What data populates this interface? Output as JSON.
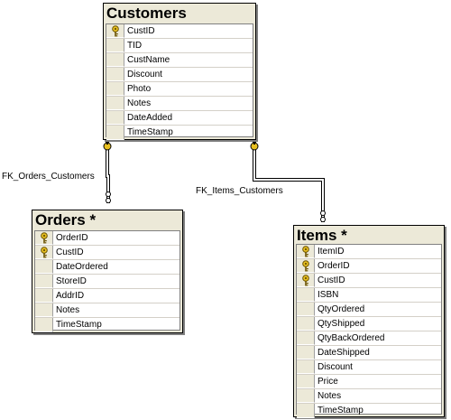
{
  "tables": {
    "customers": {
      "name": "Customers",
      "columns": [
        {
          "name": "CustID",
          "key": true
        },
        {
          "name": "TID",
          "key": false
        },
        {
          "name": "CustName",
          "key": false
        },
        {
          "name": "Discount",
          "key": false
        },
        {
          "name": "Photo",
          "key": false
        },
        {
          "name": "Notes",
          "key": false
        },
        {
          "name": "DateAdded",
          "key": false
        },
        {
          "name": "TimeStamp",
          "key": false
        }
      ]
    },
    "orders": {
      "name": "Orders *",
      "columns": [
        {
          "name": "OrderID",
          "key": true
        },
        {
          "name": "CustID",
          "key": true
        },
        {
          "name": "DateOrdered",
          "key": false
        },
        {
          "name": "StoreID",
          "key": false
        },
        {
          "name": "AddrID",
          "key": false
        },
        {
          "name": "Notes",
          "key": false
        },
        {
          "name": "TimeStamp",
          "key": false
        }
      ]
    },
    "items": {
      "name": "Items *",
      "columns": [
        {
          "name": "ItemID",
          "key": true
        },
        {
          "name": "OrderID",
          "key": true
        },
        {
          "name": "CustID",
          "key": true
        },
        {
          "name": "ISBN",
          "key": false
        },
        {
          "name": "QtyOrdered",
          "key": false
        },
        {
          "name": "QtyShipped",
          "key": false
        },
        {
          "name": "QtyBackOrdered",
          "key": false
        },
        {
          "name": "DateShipped",
          "key": false
        },
        {
          "name": "Discount",
          "key": false
        },
        {
          "name": "Price",
          "key": false
        },
        {
          "name": "Notes",
          "key": false
        },
        {
          "name": "TimeStamp",
          "key": false
        }
      ]
    }
  },
  "relationships": {
    "fk_orders_customers": "FK_Orders_Customers",
    "fk_items_customers": "FK_Items_Customers"
  },
  "colors": {
    "title_bar": "#ece9d8",
    "key_gold": "#e8c020",
    "connector": "#000000"
  },
  "icons": {
    "primary_key": "key-icon",
    "one_end": "key-endpoint-icon",
    "many_end": "infinity-endpoint-icon"
  }
}
